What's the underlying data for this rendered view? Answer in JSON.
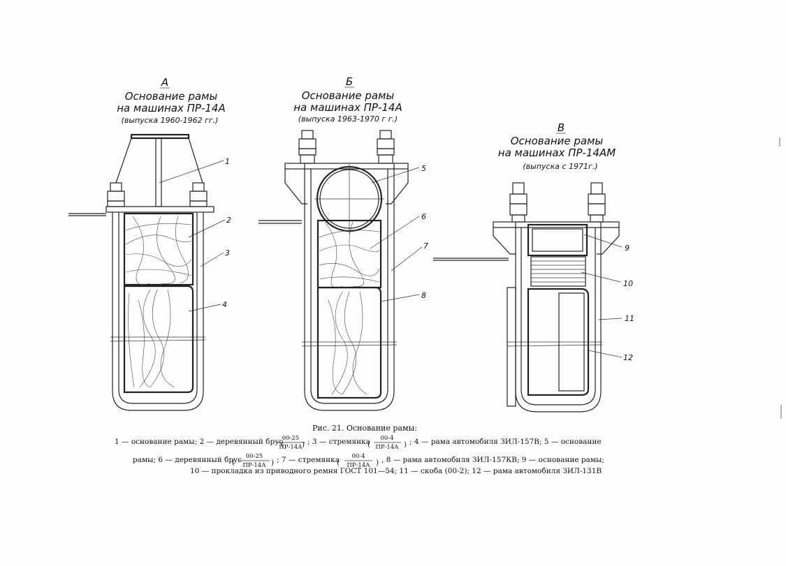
{
  "figure": {
    "views": [
      {
        "letter": "А",
        "title_line1": "Основание рамы",
        "title_line2": "на машинах ПР-14А",
        "subtitle": "(выпуска 1960-1962 гг.)",
        "callouts": [
          "1",
          "2",
          "3",
          "4"
        ]
      },
      {
        "letter": "Б",
        "title_line1": "Основание рамы",
        "title_line2": "на машинах ПР-14А",
        "subtitle": "(выпуска 1963-1970 г г.)",
        "callouts": [
          "5",
          "6",
          "7",
          "8"
        ]
      },
      {
        "letter": "В",
        "title_line1": "Основание рамы",
        "title_line2": "на машинах ПР-14АМ",
        "subtitle": "(выпуска с 1971г.)",
        "callouts": [
          "9",
          "10",
          "11",
          "12"
        ]
      }
    ],
    "caption": {
      "title": "Рис. 21. Основание рамы:",
      "line1_a": "1 — основание рамы; 2 — деревянный брус",
      "frac1_num": "00-25",
      "frac1_den": "ПР-14А",
      "line1_b": "; 3 — стремянка",
      "frac2_num": "00-4",
      "frac2_den": "ПР-14А",
      "line1_c": "; 4 — рама автомобиля ЗИЛ-157В; 5 — основание",
      "line2_a": "рамы; 6 — деревянный брус",
      "frac3_num": "00-25",
      "frac3_den": "ПР-14А",
      "line2_b": "; 7 — стремянка",
      "frac4_num": "00-4",
      "frac4_den": "ПР-14А",
      "line2_c": ", 8 — рама автомобиля ЗИЛ-157КВ; 9 — основание рамы;",
      "line3": "10 — прокладка из приводного ремня ГОСТ 101—54; 11 — скоба (00-2); 12 — рама автомобиля ЗИЛ-131В"
    }
  }
}
